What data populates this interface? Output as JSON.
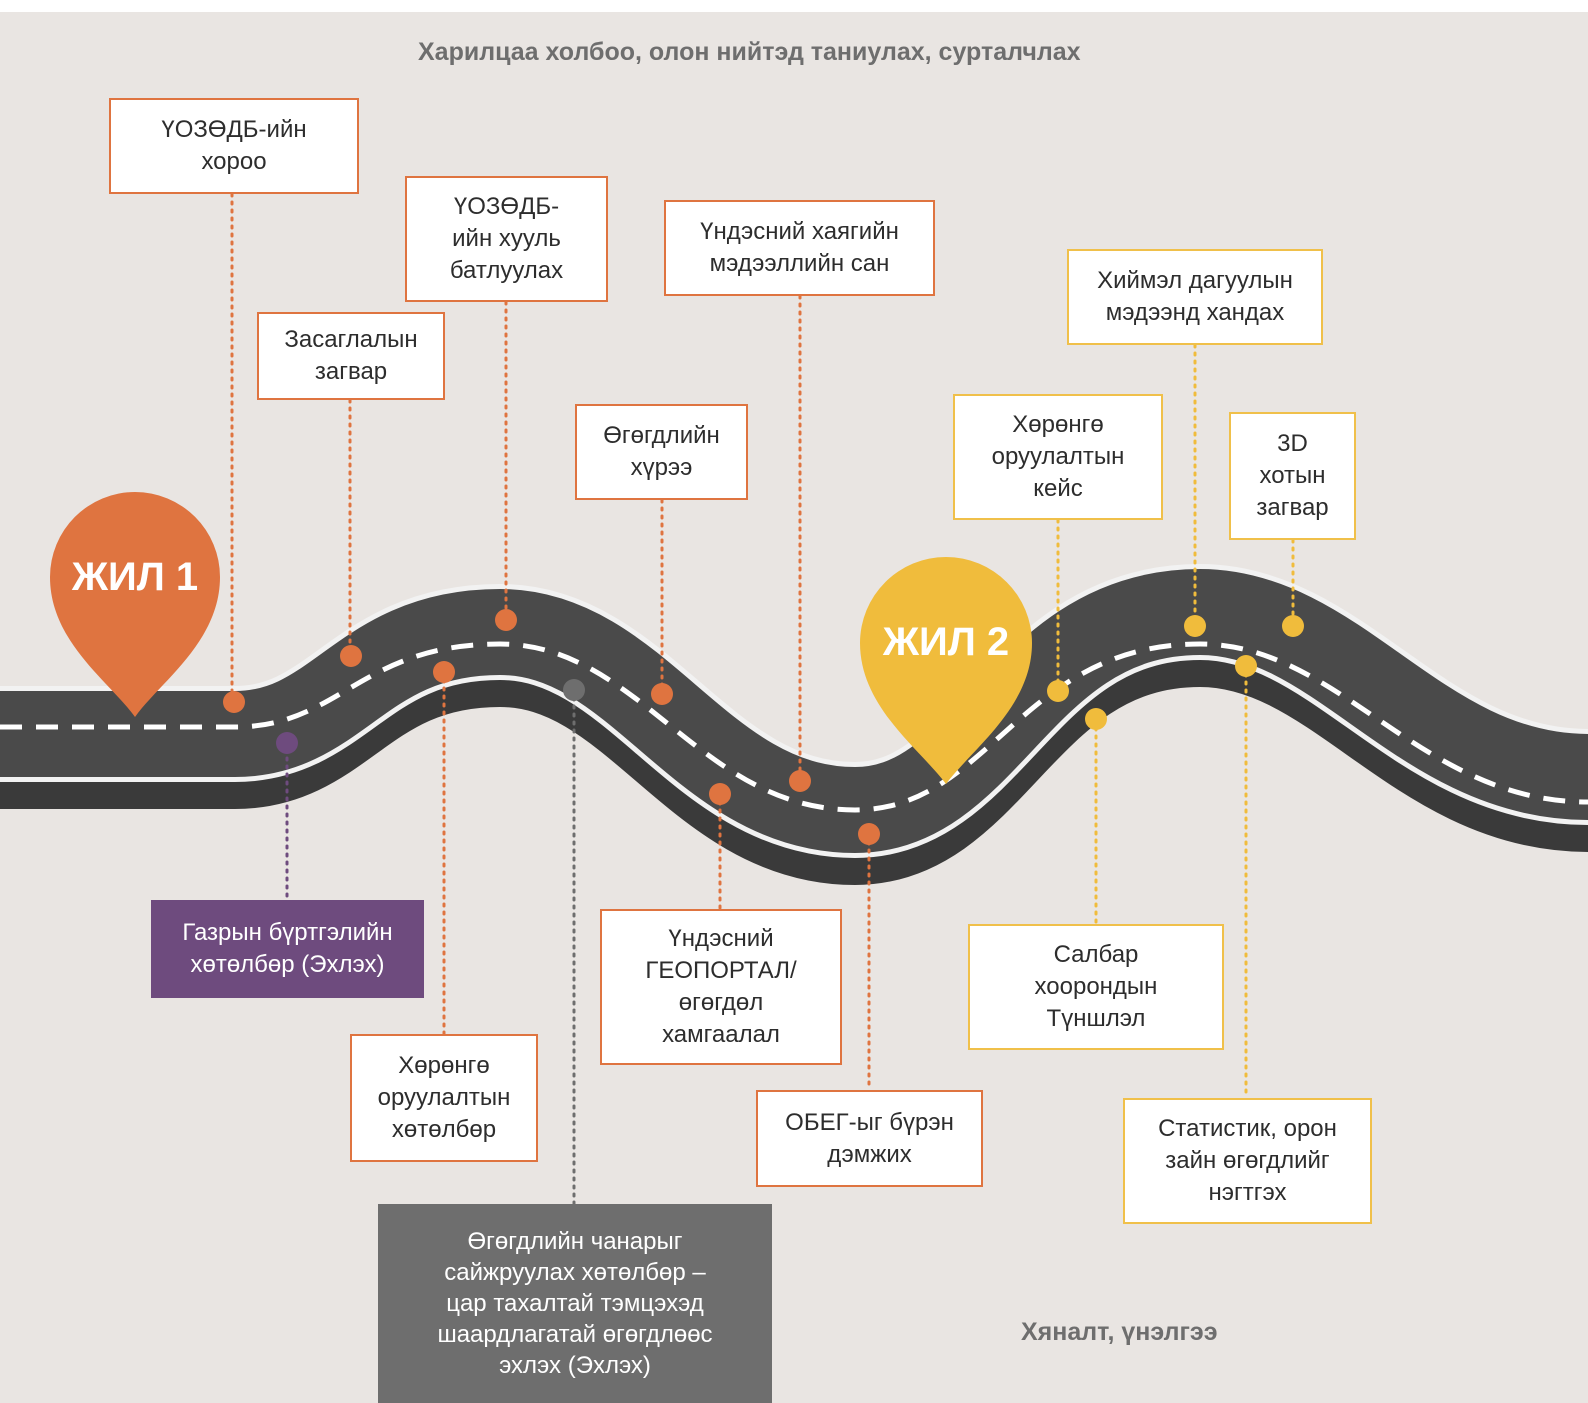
{
  "header": {
    "title": "Харилцаа холбоо, олон нийтэд таниулах, сурталчлах"
  },
  "footer": {
    "title": "Хяналт, үнэлгээ"
  },
  "milestones": {
    "year1": {
      "label": "ЖИЛ 1",
      "color": "#df7440"
    },
    "year2": {
      "label": "ЖИЛ 2",
      "color": "#f0bc3c"
    }
  },
  "colors": {
    "orange": "#df7440",
    "yellow": "#f0bc3c",
    "purple": "#6e4b7e",
    "gray": "#6e6e6e",
    "road": "#4a4a4a",
    "road_shadow": "#3a3a3a",
    "background": "#e9e5e2"
  },
  "items": {
    "committee": "ҮОЗӨДБ-ийн\nхороо",
    "law": "ҮОЗӨДБ-\nийн хууль\nбатлуулах",
    "governance": "Засаглалын\nзагвар",
    "framework": "Өгөгдлийн\nхүрээ",
    "address_db": "Үндэсний хаягийн\nмэдээллийн сан",
    "satellite": "Хиймэл дагуулын\nмэдээнд хандах",
    "investment_case": "Хөрөнгө\nоруулалтын\nкейс",
    "model_3d": "3D\nхотын\nзагвар",
    "land_registry": "Газрын бүртгэлийн\nхөтөлбөр (Эхлэх)",
    "investment_program": "Хөрөнгө\nоруулалтын\nхөтөлбөр",
    "data_quality": "Өгөгдлийн чанарыг\nсайжруулах хөтөлбөр –\nцар тахалтай тэмцэхэд\nшаардлагатай өгөгдлөөс\nэхлэх (Эхлэх)",
    "geoportal": "Үндэсний\nГЕОПОРТАЛ/\nөгөгдөл\nхамгаалал",
    "sdg_support": "ОБЕГ-ыг  бүрэн\nдэмжих",
    "partnership": "Салбар\nхоорондын\nТүншлэл",
    "statistics": "Статистик, орон\nзайн өгөгдлийг\nнэгтгэх"
  }
}
